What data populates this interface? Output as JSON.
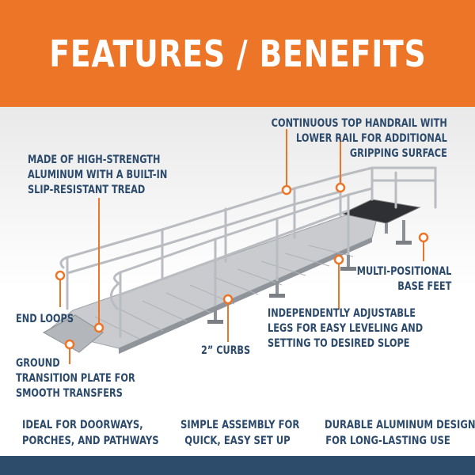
{
  "header": {
    "title": "FEATURES / BENEFITS"
  },
  "callouts": {
    "handrail": [
      "CONTINUOUS TOP HANDRAIL WITH",
      "LOWER RAIL FOR ADDITIONAL",
      "GRIPPING SURFACE"
    ],
    "aluminum": [
      "MADE OF HIGH-STRENGTH",
      "ALUMINUM WITH A BUILT-IN",
      "SLIP-RESISTANT TREAD"
    ],
    "base_feet": [
      "MULTI-POSITIONAL",
      "BASE FEET"
    ],
    "end_loops": [
      "END LOOPS"
    ],
    "legs": [
      "INDEPENDENTLY ADJUSTABLE",
      "LEGS FOR EASY LEVELING AND",
      "SETTING TO DESIRED SLOPE"
    ],
    "curbs": [
      "2” CURBS"
    ],
    "transition": [
      "GROUND",
      "TRANSITION PLATE FOR",
      "SMOOTH TRANSFERS"
    ]
  },
  "benefits": [
    [
      "IDEAL FOR DOORWAYS,",
      "PORCHES, AND PATHWAYS"
    ],
    [
      "SIMPLE ASSEMBLY FOR",
      "QUICK, EASY SET UP"
    ],
    [
      "DURABLE ALUMINUM DESIGN",
      "FOR LONG-LASTING USE"
    ]
  ],
  "colors": {
    "accent": "#ec7527",
    "navy": "#2d4c6b",
    "text": "#2c4a6b"
  }
}
